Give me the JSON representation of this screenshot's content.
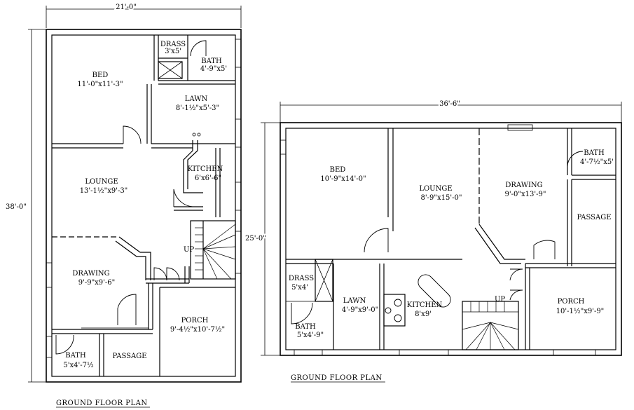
{
  "plan_left": {
    "title": "GROUND FLOOR PLAN",
    "dim_width": "21'-0\"",
    "dim_height": "38'-0\"",
    "rooms": {
      "drass": {
        "name": "DRASS",
        "size": "3'x5'"
      },
      "bath_top": {
        "name": "BATH",
        "size": "4'-9\"x5'"
      },
      "bed": {
        "name": "BED",
        "size": "11'-0\"x11'-3\""
      },
      "lawn": {
        "name": "LAWN",
        "size": "8'-1½\"x5'-3\""
      },
      "kitchen": {
        "name": "KITCHEN",
        "size": "6'x6'-6\""
      },
      "lounge": {
        "name": "LOUNGE",
        "size": "13'-1½\"x9'-3\""
      },
      "up": {
        "name": "UP"
      },
      "drawing": {
        "name": "DRAWING",
        "size": "9'-9\"x9'-6\""
      },
      "porch": {
        "name": "PORCH",
        "size": "9'-4½\"x10'-7½\""
      },
      "bath_bottom": {
        "name": "BATH",
        "size": "5'x4'-7½"
      },
      "passage": {
        "name": "PASSAGE"
      }
    }
  },
  "plan_right": {
    "title": "GROUND FLOOR PLAN",
    "dim_width": "36'-6\"",
    "dim_height": "25'-0\"",
    "rooms": {
      "bed": {
        "name": "BED",
        "size": "10'-9\"x14'-0\""
      },
      "lounge": {
        "name": "LOUNGE",
        "size": "8'-9\"x15'-0\""
      },
      "drawing": {
        "name": "DRAWING",
        "size": "9'-0\"x13'-9\""
      },
      "bath_top": {
        "name": "BATH",
        "size": "4'-7½\"x5'"
      },
      "passage": {
        "name": "PASSAGE"
      },
      "drass": {
        "name": "DRASS",
        "size": "5'x4'"
      },
      "lawn": {
        "name": "LAWN",
        "size": "4'-9\"x9'-0\""
      },
      "kitchen": {
        "name": "KITCHEN",
        "size": "8'x9'"
      },
      "up": {
        "name": "UP"
      },
      "porch": {
        "name": "PORCH",
        "size": "10'-1½\"x9'-9\""
      },
      "bath_bottom": {
        "name": "BATH",
        "size": "5'x4'-9\""
      }
    }
  }
}
